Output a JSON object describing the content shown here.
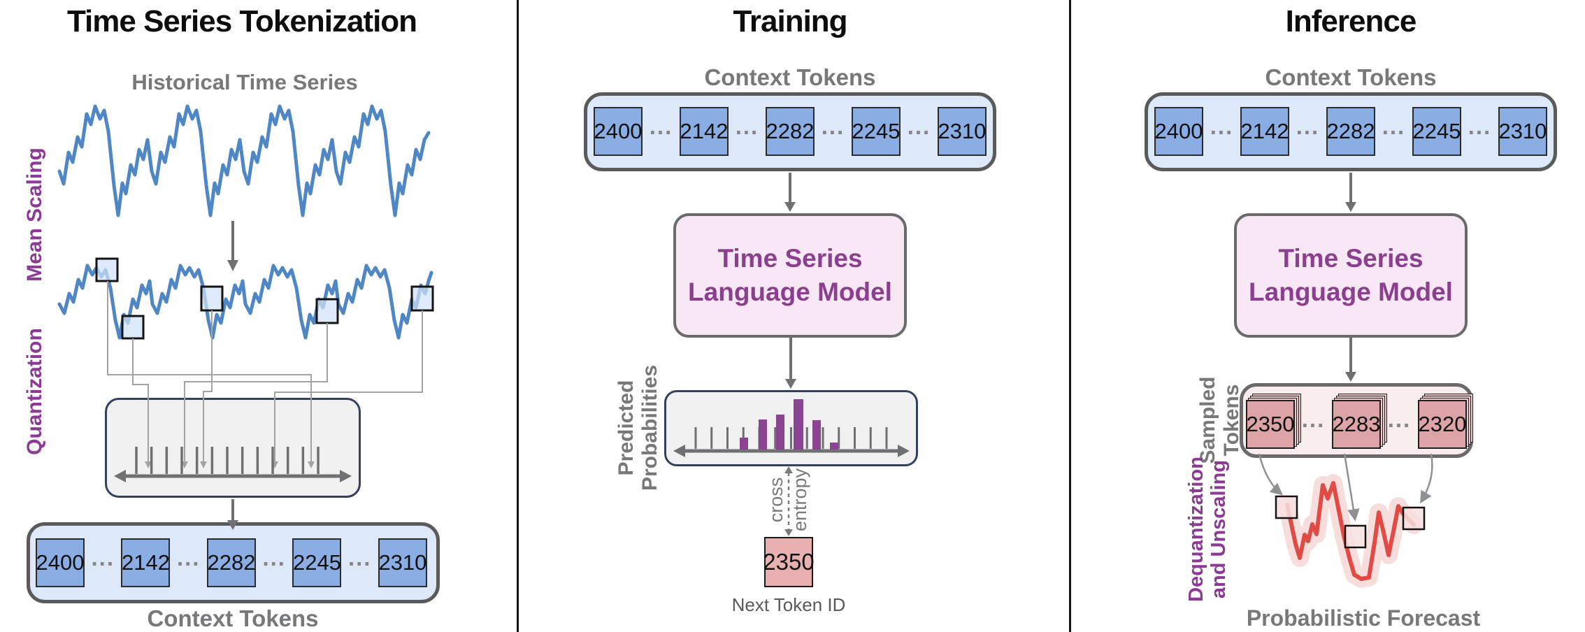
{
  "ellipsis": "...",
  "colors": {
    "series_blue": "#4F86C6",
    "token_blue_fill": "#8AADE3",
    "context_box_bg": "#DDE9F8",
    "gray_box_bg": "#F1F1F2",
    "navy_border": "#33415C",
    "model_box_bg": "#F8E7F5",
    "model_text_purple": "#8C3E8F",
    "side_label_purple": "#8C3A96",
    "histogram_purple": "#8C4492",
    "sampled_box_bg": "#F9EDED",
    "sampled_card_fill": "#DCA4A6",
    "next_token_fill": "#E8B0B0",
    "forecast_red": "#E04B45",
    "gray_label": "#77787A"
  },
  "tokenization": {
    "title": "Time Series Tokenization",
    "historical_series_label": "Historical Time Series",
    "mean_scaling_label": "Mean Scaling",
    "quantization_label": "Quantization",
    "context_tokens": [
      "2400",
      "2142",
      "2282",
      "2245",
      "2310"
    ],
    "context_tokens_label": "Context Tokens",
    "quantization_ruler": {
      "tick_count": 13
    }
  },
  "training": {
    "title": "Training",
    "context_tokens_label": "Context Tokens",
    "context_tokens": [
      "2400",
      "2142",
      "2282",
      "2245",
      "2310"
    ],
    "model_label": [
      "Time Series",
      "Language Model"
    ],
    "predicted_probabilities_label": [
      "Predicted",
      "Probabilities"
    ],
    "histogram": {
      "tick_count": 13,
      "bar_x": [
        1058,
        1085,
        1110,
        1135,
        1162,
        1187
      ],
      "bar_heights": [
        17,
        43,
        50,
        72,
        42,
        10
      ],
      "bar_widths": [
        12,
        12,
        12,
        14,
        12,
        12
      ]
    },
    "cross_entropy_label": [
      "cross",
      "entropy"
    ],
    "next_token_value": "2350",
    "next_token_label": "Next Token ID"
  },
  "inference": {
    "title": "Inference",
    "context_tokens_label": "Context Tokens",
    "context_tokens": [
      "2400",
      "2142",
      "2282",
      "2245",
      "2310"
    ],
    "model_label": [
      "Time Series",
      "Language Model"
    ],
    "sampled_tokens_label": [
      "Sampled",
      "Tokens"
    ],
    "sampled_tokens": [
      "2350",
      "2283",
      "2320"
    ],
    "dequantization_label": [
      "Dequantization",
      "and Unscaling"
    ],
    "forecast_label": "Probabilistic Forecast"
  }
}
